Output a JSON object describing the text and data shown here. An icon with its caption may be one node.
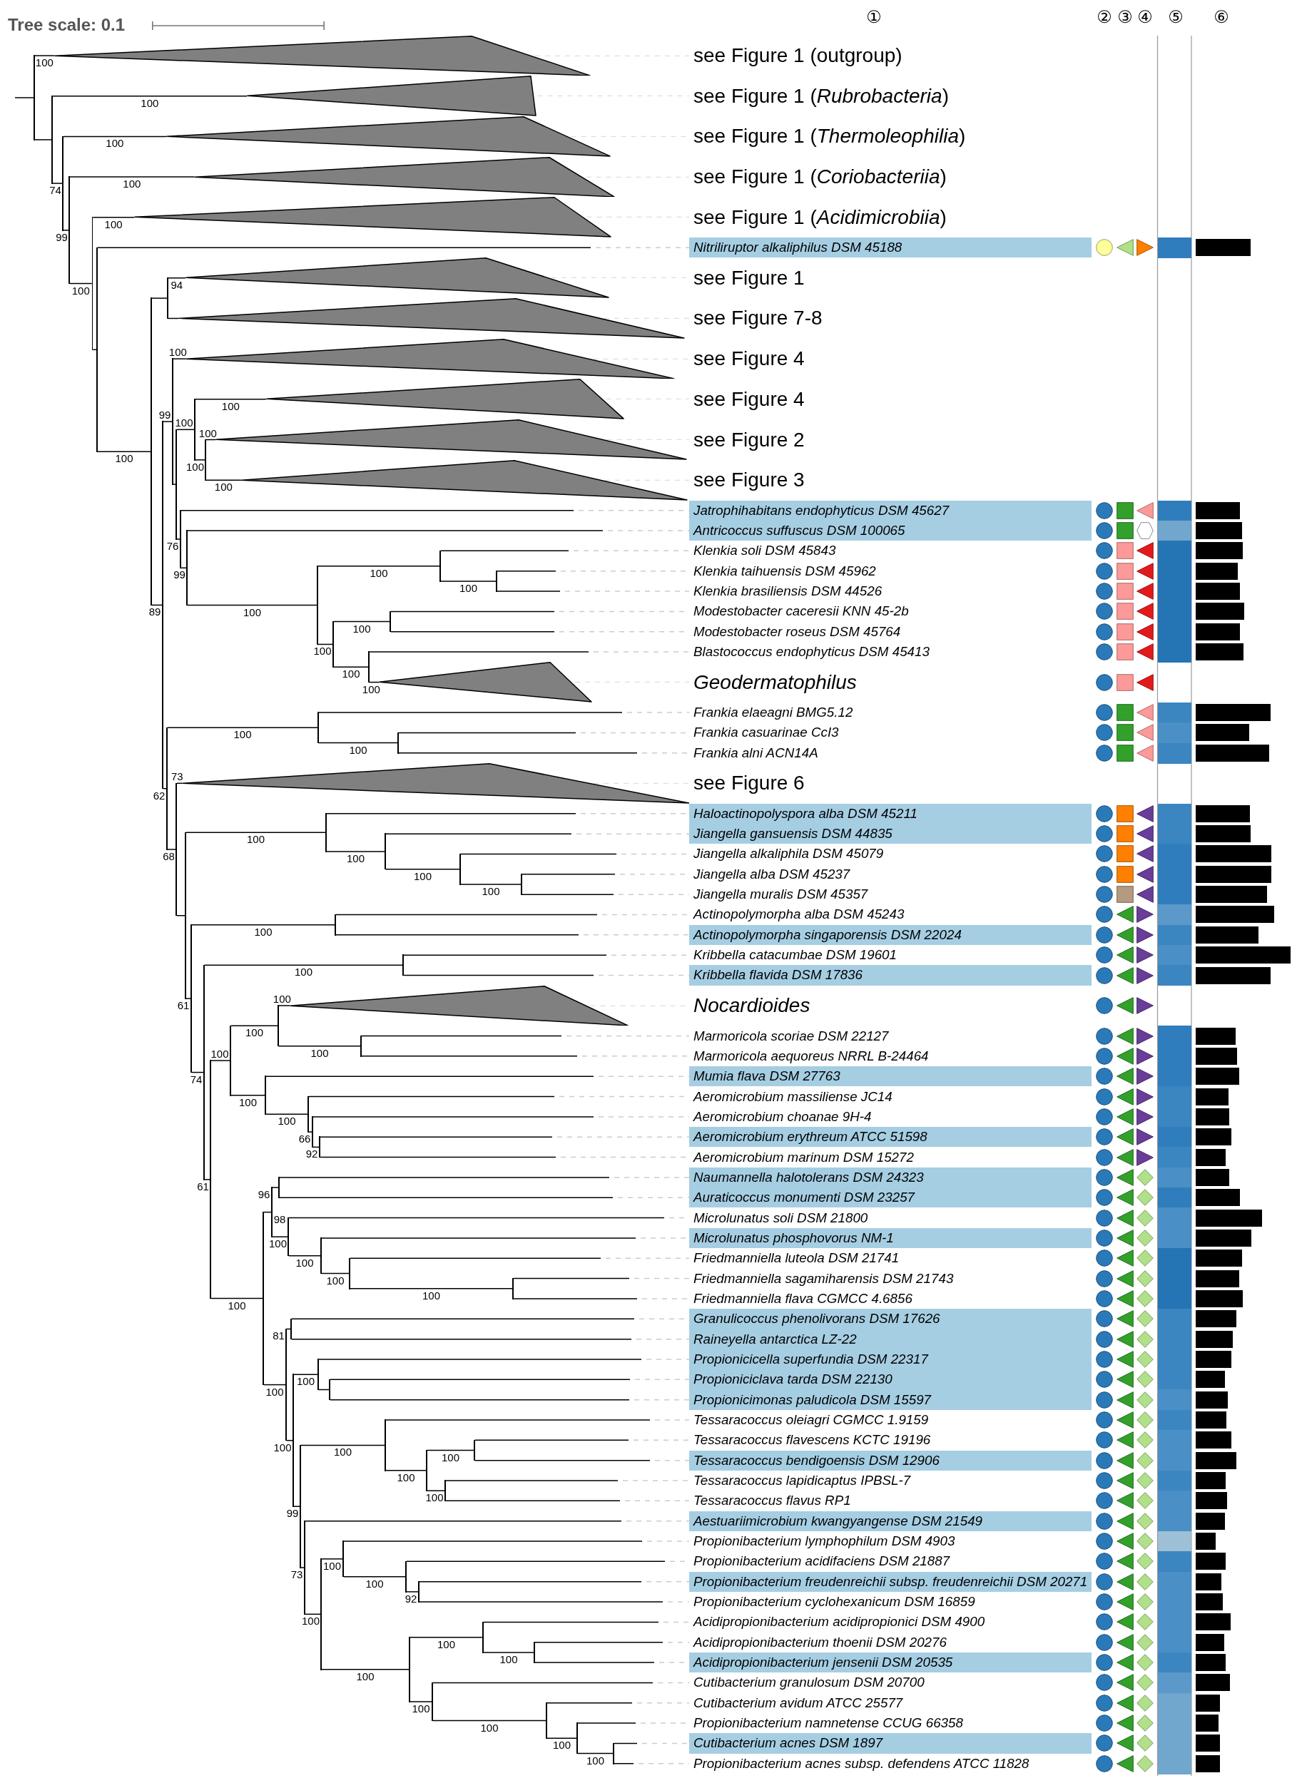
{
  "diagram": {
    "nodes": [
      {
        "text": [],
        "shape": "triangle",
        "beside": [
          "see Figure 1 (outgroup)"
        ]
      },
      {
        "text": [],
        "shape": "triangle",
        "beside": [
          "see Figure 1 (*Rubrobacteria*)"
        ]
      },
      {
        "text": [],
        "shape": "triangle",
        "beside": [
          "see Figure 1 (*Thermoleophilia*)"
        ]
      },
      {
        "text": [],
        "shape": "triangle",
        "beside": [
          "see Figure 1 (*Coriobacteriia*)"
        ]
      },
      {
        "text": [],
        "shape": "triangle",
        "beside": [
          "see Figure 1 (*Acidimicrobiia*)"
        ]
      },
      {
        "text": [],
        "shape": "band"
      },
      {
        "text": [
          "Nitriliruptor alkaliphilus DSM 45188"
        ],
        "in": 5
      },
      {
        "text": [],
        "shape": "triangle",
        "beside": [
          "see Figure 1"
        ]
      },
      {
        "text": [],
        "shape": "triangle",
        "beside": [
          "see Figure 7-8"
        ]
      },
      {
        "text": [],
        "shape": "triangle",
        "beside": [
          "see Figure 4"
        ]
      },
      {
        "text": [],
        "shape": "triangle",
        "beside": [
          "see Figure 4"
        ]
      },
      {
        "text": [],
        "shape": "triangle",
        "beside": [
          "see Figure 2"
        ]
      },
      {
        "text": [],
        "shape": "triangle",
        "beside": [
          "see Figure 3"
        ]
      },
      {
        "text": [],
        "shape": "band"
      },
      {
        "text": [
          "Jatrophihabitans endophyticus DSM 45627"
        ],
        "in": 13
      },
      {
        "text": [
          "Antricoccus suffuscus DSM 100065"
        ],
        "in": 13
      },
      {
        "text": [
          "Klenkia soli DSM 45843"
        ]
      },
      {
        "text": [
          "Klenkia taihuensis DSM 45962"
        ]
      },
      {
        "text": [
          "Klenkia brasiliensis DSM 44526"
        ]
      },
      {
        "text": [
          "Modestobacter caceresii KNN 45-2b"
        ]
      },
      {
        "text": [
          "Modestobacter roseus DSM 45764"
        ]
      },
      {
        "text": [
          "Blastococcus endophyticus DSM 45413"
        ]
      },
      {
        "text": [],
        "shape": "triangle",
        "beside": [
          "Geodermatophilus"
        ]
      },
      {
        "text": [
          "Frankia elaeagni BMG5.12"
        ]
      },
      {
        "text": [
          "Frankia casuarinae CcI3"
        ]
      },
      {
        "text": [
          "Frankia alni ACN14A"
        ]
      },
      {
        "text": [],
        "shape": "triangle",
        "beside": [
          "see Figure 6"
        ]
      },
      {
        "text": [],
        "shape": "band"
      },
      {
        "text": [
          "Haloactinopolyspora alba DSM 45211"
        ],
        "in": 27
      },
      {
        "text": [
          "Jiangella gansuensis DSM 44835"
        ],
        "in": 27
      },
      {
        "text": [
          "Jiangella alkaliphila DSM 45079"
        ]
      },
      {
        "text": [
          "Jiangella alba DSM 45237"
        ]
      },
      {
        "text": [
          "Jiangella muralis DSM 45357"
        ]
      },
      {
        "text": [
          "Actinopolymorpha alba DSM 45243"
        ]
      },
      {
        "text": [],
        "shape": "band"
      },
      {
        "text": [
          "Actinopolymorpha singaporensis DSM 22024"
        ],
        "in": 34
      },
      {
        "text": [
          "Kribbella catacumbae DSM 19601"
        ]
      },
      {
        "text": [],
        "shape": "band"
      },
      {
        "text": [
          "Kribbella flavida DSM 17836"
        ],
        "in": 37
      },
      {
        "text": [],
        "shape": "triangle",
        "beside": [
          "Nocardioides"
        ]
      },
      {
        "text": [
          "Marmoricola scoriae DSM 22127"
        ]
      },
      {
        "text": [
          "Marmoricola aequoreus NRRL B-24464"
        ]
      },
      {
        "text": [],
        "shape": "band"
      },
      {
        "text": [
          "Mumia flava DSM 27763"
        ],
        "in": 42
      },
      {
        "text": [
          "Aeromicrobium massiliense JC14"
        ]
      },
      {
        "text": [
          "Aeromicrobium choanae 9H-4"
        ]
      },
      {
        "text": [],
        "shape": "band"
      },
      {
        "text": [
          "Aeromicrobium erythreum ATCC 51598"
        ],
        "in": 46
      },
      {
        "text": [
          "Aeromicrobium marinum DSM 15272"
        ]
      },
      {
        "text": [],
        "shape": "band"
      },
      {
        "text": [
          "Naumannella halotolerans DSM 24323"
        ],
        "in": 49
      },
      {
        "text": [
          "Auraticoccus monumenti DSM 23257"
        ],
        "in": 49
      },
      {
        "text": [
          "Microlunatus soli DSM 21800"
        ]
      },
      {
        "text": [],
        "shape": "band"
      },
      {
        "text": [
          "Microlunatus phosphovorus NM-1"
        ],
        "in": 53
      },
      {
        "text": [
          "Friedmanniella luteola DSM 21741"
        ]
      },
      {
        "text": [
          "Friedmanniella sagamiharensis DSM 21743"
        ]
      },
      {
        "text": [
          "Friedmanniella flava CGMCC 4.6856"
        ]
      },
      {
        "text": [],
        "shape": "band"
      },
      {
        "text": [
          "Granulicoccus phenolivorans DSM 17626"
        ],
        "in": 58
      },
      {
        "text": [
          "Raineyella antarctica LZ-22"
        ],
        "in": 58
      },
      {
        "text": [
          "Propionicicella superfundia DSM 22317"
        ],
        "in": 58
      },
      {
        "text": [
          "Propioniciclava tarda DSM 22130"
        ],
        "in": 58
      },
      {
        "text": [
          "Propionicimonas paludicola DSM 15597"
        ],
        "in": 58
      },
      {
        "text": [
          "Tessaracoccus oleiagri CGMCC 1.9159"
        ]
      },
      {
        "text": [
          "Tessaracoccus flavescens KCTC 19196"
        ]
      },
      {
        "text": [],
        "shape": "band"
      },
      {
        "text": [
          "Tessaracoccus bendigoensis DSM 12906"
        ],
        "in": 66
      },
      {
        "text": [
          "Tessaracoccus lapidicaptus IPBSL-7"
        ]
      },
      {
        "text": [
          "Tessaracoccus flavus RP1"
        ]
      },
      {
        "text": [],
        "shape": "band"
      },
      {
        "text": [
          "Aestuariimicrobium kwangyangense DSM 21549"
        ],
        "in": 70
      },
      {
        "text": [
          "Propionibacterium lymphophilum DSM 4903"
        ]
      },
      {
        "text": [
          "Propionibacterium acidifaciens DSM 21887"
        ]
      },
      {
        "text": [],
        "shape": "band"
      },
      {
        "text": [
          "Propionibacterium freudenreichii subsp. freudenreichii DSM 20271"
        ],
        "in": 74
      },
      {
        "text": [
          "Propionibacterium cyclohexanicum DSM 16859"
        ]
      },
      {
        "text": [
          "Acidipropionibacterium acidipropionici DSM 4900"
        ]
      },
      {
        "text": [
          "Acidipropionibacterium thoenii DSM 20276"
        ]
      },
      {
        "text": [],
        "shape": "band"
      },
      {
        "text": [
          "Acidipropionibacterium jensenii DSM 20535"
        ],
        "in": 79
      },
      {
        "text": [
          "Cutibacterium granulosum DSM 20700"
        ]
      },
      {
        "text": [
          "Cutibacterium avidum ATCC 25577"
        ]
      },
      {
        "text": [
          "Propionibacterium namnetense CCUG 66358"
        ]
      },
      {
        "text": [],
        "shape": "band"
      },
      {
        "text": [
          "Cutibacterium acnes DSM 1897"
        ],
        "in": 84
      },
      {
        "text": [
          "Propionibacterium acnes subsp. defendens ATCC 11828"
        ]
      },
      {
        "text": [],
        "shape": "line"
      },
      {
        "text": [],
        "shape": "line"
      },
      {
        "text": [],
        "shape": "line"
      },
      {
        "text": [],
        "shape": "line"
      },
      {
        "text": [],
        "shape": "line"
      },
      {
        "text": [],
        "shape": "line"
      },
      {
        "text": [],
        "shape": "line"
      },
      {
        "text": [],
        "shape": "line"
      },
      {
        "text": [],
        "shape": "line"
      },
      {
        "text": [],
        "shape": "line"
      },
      {
        "text": [],
        "shape": "line"
      },
      {
        "text": [],
        "shape": "line"
      },
      {
        "text": [],
        "shape": "line"
      },
      {
        "text": [],
        "shape": "line"
      },
      {
        "text": [],
        "shape": "line"
      },
      {
        "text": [],
        "shape": "line"
      },
      {
        "text": [],
        "shape": "line"
      },
      {
        "text": [],
        "shape": "line"
      },
      {
        "text": [],
        "shape": "line"
      },
      {
        "text": [],
        "shape": "line"
      },
      {
        "text": [],
        "shape": "line"
      },
      {
        "text": [],
        "shape": "line"
      },
      {
        "text": [],
        "shape": "line"
      },
      {
        "text": [],
        "shape": "line"
      },
      {
        "text": [],
        "shape": "line"
      },
      {
        "text": [],
        "shape": "line"
      },
      {
        "text": [],
        "shape": "line"
      },
      {
        "text": [],
        "shape": "line"
      },
      {
        "text": [],
        "shape": "line"
      },
      {
        "text": [],
        "shape": "line"
      },
      {
        "text": [],
        "shape": "line"
      },
      {
        "text": [],
        "shape": "line"
      },
      {
        "text": [],
        "shape": "line"
      },
      {
        "text": [],
        "shape": "line"
      },
      {
        "text": [],
        "shape": "line"
      },
      {
        "text": [],
        "shape": "line"
      },
      {
        "text": [],
        "shape": "line"
      },
      {
        "text": [],
        "shape": "line"
      },
      {
        "text": [],
        "shape": "line"
      },
      {
        "text": [],
        "shape": "line"
      },
      {
        "text": [],
        "shape": "line"
      },
      {
        "text": [],
        "shape": "line"
      },
      {
        "text": [],
        "shape": "line"
      },
      {
        "text": [],
        "shape": "line"
      },
      {
        "text": [],
        "shape": "line"
      },
      {
        "text": [],
        "shape": "line"
      },
      {
        "text": [],
        "shape": "line"
      },
      {
        "text": [],
        "shape": "line"
      },
      {
        "text": [],
        "shape": "line"
      },
      {
        "text": [],
        "shape": "line"
      },
      {
        "text": [],
        "shape": "line"
      },
      {
        "text": [],
        "shape": "line"
      },
      {
        "text": [],
        "shape": "line"
      },
      {
        "text": [],
        "shape": "line"
      },
      {
        "text": [],
        "shape": "line"
      },
      {
        "text": [],
        "shape": "line"
      },
      {
        "text": [],
        "shape": "line"
      },
      {
        "text": [],
        "shape": "line"
      },
      {
        "text": [],
        "shape": "line"
      },
      {
        "text": [],
        "shape": "line"
      },
      {
        "text": [],
        "shape": "line"
      },
      {
        "text": [],
        "shape": "line"
      },
      {
        "text": [],
        "shape": "line"
      },
      {
        "text": [],
        "shape": "line"
      },
      {
        "text": [],
        "shape": "line"
      },
      {
        "text": [],
        "shape": "line"
      },
      {
        "text": [],
        "shape": "line"
      },
      {
        "text": [],
        "shape": "line"
      },
      {
        "text": [],
        "shape": "line"
      },
      {
        "text": [],
        "shape": "line"
      },
      {
        "text": [],
        "shape": "line"
      },
      {
        "text": [],
        "shape": "bar"
      },
      {
        "text": [],
        "shape": "bar"
      },
      {
        "text": [],
        "shape": "bar"
      },
      {
        "text": [],
        "shape": "bar"
      },
      {
        "text": [],
        "shape": "bar"
      },
      {
        "text": [],
        "shape": "bar"
      },
      {
        "text": [],
        "shape": "bar"
      },
      {
        "text": [],
        "shape": "bar"
      },
      {
        "text": [],
        "shape": "bar"
      },
      {
        "text": [],
        "shape": "bar"
      },
      {
        "text": [],
        "shape": "bar"
      },
      {
        "text": [],
        "shape": "bar"
      },
      {
        "text": [],
        "shape": "bar"
      },
      {
        "text": [],
        "shape": "bar"
      },
      {
        "text": [],
        "shape": "bar"
      },
      {
        "text": [],
        "shape": "bar"
      },
      {
        "text": [],
        "shape": "bar"
      },
      {
        "text": [],
        "shape": "bar"
      },
      {
        "text": [],
        "shape": "bar"
      },
      {
        "text": [],
        "shape": "bar"
      },
      {
        "text": [],
        "shape": "bar"
      },
      {
        "text": [],
        "shape": "bar"
      },
      {
        "text": [],
        "shape": "bar"
      },
      {
        "text": [],
        "shape": "bar"
      },
      {
        "text": [],
        "shape": "bar"
      },
      {
        "text": [],
        "shape": "bar"
      },
      {
        "text": [],
        "shape": "bar"
      },
      {
        "text": [],
        "shape": "bar"
      },
      {
        "text": [],
        "shape": "bar"
      },
      {
        "text": [],
        "shape": "bar"
      },
      {
        "text": [],
        "shape": "bar"
      },
      {
        "text": [],
        "shape": "bar"
      },
      {
        "text": [],
        "shape": "bar"
      },
      {
        "text": [],
        "shape": "bar"
      },
      {
        "text": [],
        "shape": "bar"
      },
      {
        "text": [],
        "shape": "bar"
      },
      {
        "text": [],
        "shape": "bar"
      },
      {
        "text": [],
        "shape": "bar"
      },
      {
        "text": [],
        "shape": "bar"
      },
      {
        "text": [],
        "shape": "bar"
      },
      {
        "text": [],
        "shape": "bar"
      },
      {
        "text": [],
        "shape": "bar"
      },
      {
        "text": [],
        "shape": "bar"
      },
      {
        "text": [],
        "shape": "bar"
      },
      {
        "text": [],
        "shape": "bar"
      },
      {
        "text": [],
        "shape": "bar"
      },
      {
        "text": [],
        "shape": "bar"
      },
      {
        "text": [],
        "shape": "bar"
      },
      {
        "text": [],
        "shape": "bar"
      },
      {
        "text": [],
        "shape": "bar"
      },
      {
        "text": [],
        "shape": "bar"
      },
      {
        "text": [],
        "shape": "bar"
      },
      {
        "text": [],
        "shape": "bar"
      },
      {
        "text": [],
        "shape": "bar"
      },
      {
        "text": [],
        "shape": "bar"
      },
      {
        "text": [],
        "shape": "bar"
      },
      {
        "text": [],
        "shape": "bar"
      },
      {
        "text": [],
        "shape": "bar"
      }
    ],
    "edges": [
      {
        "from": null,
        "to": 87,
        "arrow": "none"
      },
      {
        "from": 87,
        "to": 0,
        "arrow": "none",
        "label": "100"
      },
      {
        "from": 87,
        "to": 88,
        "arrow": "none"
      },
      {
        "from": 88,
        "to": 1,
        "arrow": "none",
        "label": "100"
      },
      {
        "from": 88,
        "to": 89,
        "arrow": "none",
        "label": "74"
      },
      {
        "from": 89,
        "to": 2,
        "arrow": "none",
        "label": "100"
      },
      {
        "from": 89,
        "to": 90,
        "arrow": "none",
        "label": "99"
      },
      {
        "from": 90,
        "to": 3,
        "arrow": "none",
        "label": "100"
      },
      {
        "from": 90,
        "to": 91,
        "arrow": "none",
        "label": "100"
      },
      {
        "from": 91,
        "to": 4,
        "arrow": "none",
        "label": "100"
      },
      {
        "from": 91,
        "to": 92,
        "arrow": "none"
      },
      {
        "from": 92,
        "to": 6,
        "arrow": "none"
      },
      {
        "from": 92,
        "to": 93,
        "arrow": "none",
        "label": "100"
      },
      {
        "from": 93,
        "to": 94,
        "arrow": "none"
      },
      {
        "from": 93,
        "to": 95,
        "arrow": "none",
        "label": "89"
      },
      {
        "from": 94,
        "to": 7,
        "arrow": "none",
        "label": "94"
      },
      {
        "from": 94,
        "to": 8,
        "arrow": "none"
      },
      {
        "from": 95,
        "to": 96,
        "arrow": "none",
        "label": "99"
      },
      {
        "from": 95,
        "to": 110,
        "arrow": "none",
        "label": "62"
      },
      {
        "from": 96,
        "to": 9,
        "arrow": "none",
        "label": "100"
      },
      {
        "from": 96,
        "to": 97,
        "arrow": "none"
      },
      {
        "from": 97,
        "to": 98,
        "arrow": "none",
        "label": "100"
      },
      {
        "from": 97,
        "to": 100,
        "arrow": "none",
        "label": "76"
      },
      {
        "from": 98,
        "to": 10,
        "arrow": "none",
        "label": "100"
      },
      {
        "from": 98,
        "to": 99,
        "arrow": "none",
        "label": "100"
      },
      {
        "from": 99,
        "to": 11,
        "arrow": "none",
        "label": "100"
      },
      {
        "from": 99,
        "to": 12,
        "arrow": "none",
        "label": "100"
      },
      {
        "from": 100,
        "to": 14,
        "arrow": "none"
      },
      {
        "from": 100,
        "to": 101,
        "arrow": "none",
        "label": "99"
      },
      {
        "from": 101,
        "to": 15,
        "arrow": "none"
      },
      {
        "from": 101,
        "to": 102,
        "arrow": "none",
        "label": "100"
      },
      {
        "from": 102,
        "to": 103,
        "arrow": "none",
        "label": "100"
      },
      {
        "from": 102,
        "to": 105,
        "arrow": "none",
        "label": "100"
      },
      {
        "from": 103,
        "to": 16,
        "arrow": "none"
      },
      {
        "from": 103,
        "to": 104,
        "arrow": "none",
        "label": "100"
      },
      {
        "from": 104,
        "to": 17,
        "arrow": "none"
      },
      {
        "from": 104,
        "to": 18,
        "arrow": "none"
      },
      {
        "from": 105,
        "to": 106,
        "arrow": "none",
        "label": "100"
      },
      {
        "from": 105,
        "to": 107,
        "arrow": "none",
        "label": "100"
      },
      {
        "from": 106,
        "to": 19,
        "arrow": "none"
      },
      {
        "from": 106,
        "to": 20,
        "arrow": "none"
      },
      {
        "from": 107,
        "to": 21,
        "arrow": "none"
      },
      {
        "from": 107,
        "to": 22,
        "arrow": "none",
        "label": "100"
      },
      {
        "from": 108,
        "to": 23,
        "arrow": "none"
      },
      {
        "from": 108,
        "to": 109,
        "arrow": "none",
        "label": "100"
      },
      {
        "from": 109,
        "to": 24,
        "arrow": "none"
      },
      {
        "from": 109,
        "to": 25,
        "arrow": "none"
      },
      {
        "from": 110,
        "to": 108,
        "arrow": "none",
        "label": "100"
      },
      {
        "from": 110,
        "to": 111,
        "arrow": "none",
        "label": "68"
      },
      {
        "from": 111,
        "to": 26,
        "arrow": "none",
        "label": "73"
      },
      {
        "from": 111,
        "to": 112,
        "arrow": "none"
      },
      {
        "from": 112,
        "to": 113,
        "arrow": "none",
        "label": "100"
      },
      {
        "from": 112,
        "to": 117,
        "arrow": "none",
        "label": "61"
      },
      {
        "from": 113,
        "to": 28,
        "arrow": "none"
      },
      {
        "from": 113,
        "to": 114,
        "arrow": "none",
        "label": "100"
      },
      {
        "from": 114,
        "to": 29,
        "arrow": "none"
      },
      {
        "from": 114,
        "to": 115,
        "arrow": "none",
        "label": "100"
      },
      {
        "from": 115,
        "to": 30,
        "arrow": "none"
      },
      {
        "from": 115,
        "to": 116,
        "arrow": "none",
        "label": "100"
      },
      {
        "from": 116,
        "to": 31,
        "arrow": "none"
      },
      {
        "from": 116,
        "to": 32,
        "arrow": "none"
      },
      {
        "from": 117,
        "to": 118,
        "arrow": "none",
        "label": "100"
      },
      {
        "from": 117,
        "to": 119,
        "arrow": "none",
        "label": "74"
      },
      {
        "from": 118,
        "to": 33,
        "arrow": "none"
      },
      {
        "from": 118,
        "to": 35,
        "arrow": "none"
      },
      {
        "from": 119,
        "to": 120,
        "arrow": "none",
        "label": "100"
      },
      {
        "from": 119,
        "to": 121,
        "arrow": "none",
        "label": "61"
      },
      {
        "from": 120,
        "to": 36,
        "arrow": "none"
      },
      {
        "from": 120,
        "to": 38,
        "arrow": "none"
      },
      {
        "from": 121,
        "to": 122,
        "arrow": "none",
        "label": "100"
      },
      {
        "from": 121,
        "to": 129,
        "arrow": "none",
        "label": "100"
      },
      {
        "from": 122,
        "to": 123,
        "arrow": "none",
        "label": "100"
      },
      {
        "from": 122,
        "to": 125,
        "arrow": "none",
        "label": "100"
      },
      {
        "from": 123,
        "to": 39,
        "arrow": "none",
        "label": "100"
      },
      {
        "from": 123,
        "to": 124,
        "arrow": "none",
        "label": "100"
      },
      {
        "from": 124,
        "to": 40,
        "arrow": "none"
      },
      {
        "from": 124,
        "to": 41,
        "arrow": "none"
      },
      {
        "from": 125,
        "to": 43,
        "arrow": "none"
      },
      {
        "from": 125,
        "to": 126,
        "arrow": "none",
        "label": "100"
      },
      {
        "from": 126,
        "to": 44,
        "arrow": "none"
      },
      {
        "from": 126,
        "to": 127,
        "arrow": "none",
        "label": "66"
      },
      {
        "from": 127,
        "to": 45,
        "arrow": "none"
      },
      {
        "from": 127,
        "to": 128,
        "arrow": "none",
        "label": "92"
      },
      {
        "from": 128,
        "to": 47,
        "arrow": "none"
      },
      {
        "from": 128,
        "to": 48,
        "arrow": "none"
      },
      {
        "from": 129,
        "to": 130,
        "arrow": "none",
        "label": "98"
      },
      {
        "from": 129,
        "to": 136,
        "arrow": "none",
        "label": "100"
      },
      {
        "from": 130,
        "to": 131,
        "arrow": "none",
        "label": "96"
      },
      {
        "from": 130,
        "to": 132,
        "arrow": "none",
        "label": "100"
      },
      {
        "from": 131,
        "to": 50,
        "arrow": "none"
      },
      {
        "from": 131,
        "to": 51,
        "arrow": "none"
      },
      {
        "from": 132,
        "to": 52,
        "arrow": "none"
      },
      {
        "from": 132,
        "to": 133,
        "arrow": "none",
        "label": "100"
      },
      {
        "from": 133,
        "to": 54,
        "arrow": "none"
      },
      {
        "from": 133,
        "to": 134,
        "arrow": "none",
        "label": "100"
      },
      {
        "from": 134,
        "to": 55,
        "arrow": "none"
      },
      {
        "from": 134,
        "to": 135,
        "arrow": "none",
        "label": "100"
      },
      {
        "from": 135,
        "to": 56,
        "arrow": "none"
      },
      {
        "from": 135,
        "to": 57,
        "arrow": "none"
      },
      {
        "from": 136,
        "to": 137,
        "arrow": "none",
        "label": "81"
      },
      {
        "from": 136,
        "to": 138,
        "arrow": "none",
        "label": "100"
      },
      {
        "from": 137,
        "to": 59,
        "arrow": "none"
      },
      {
        "from": 137,
        "to": 60,
        "arrow": "none"
      },
      {
        "from": 138,
        "to": 139,
        "arrow": "none",
        "label": "100"
      },
      {
        "from": 138,
        "to": 141,
        "arrow": "none",
        "label": "99"
      },
      {
        "from": 139,
        "to": 61,
        "arrow": "none"
      },
      {
        "from": 139,
        "to": 140,
        "arrow": "none"
      },
      {
        "from": 140,
        "to": 62,
        "arrow": "none"
      },
      {
        "from": 140,
        "to": 63,
        "arrow": "none"
      },
      {
        "from": 141,
        "to": 142,
        "arrow": "none",
        "label": "100"
      },
      {
        "from": 141,
        "to": 146,
        "arrow": "none",
        "label": "73"
      },
      {
        "from": 142,
        "to": 64,
        "arrow": "none"
      },
      {
        "from": 142,
        "to": 143,
        "arrow": "none",
        "label": "100"
      },
      {
        "from": 143,
        "to": 144,
        "arrow": "none",
        "label": "100"
      },
      {
        "from": 143,
        "to": 145,
        "arrow": "none",
        "label": "100"
      },
      {
        "from": 144,
        "to": 65,
        "arrow": "none"
      },
      {
        "from": 144,
        "to": 67,
        "arrow": "none"
      },
      {
        "from": 145,
        "to": 68,
        "arrow": "none"
      },
      {
        "from": 145,
        "to": 69,
        "arrow": "none"
      },
      {
        "from": 146,
        "to": 71,
        "arrow": "none"
      },
      {
        "from": 146,
        "to": 147,
        "arrow": "none",
        "label": "100"
      },
      {
        "from": 147,
        "to": 148,
        "arrow": "none",
        "label": "100"
      },
      {
        "from": 147,
        "to": 151,
        "arrow": "none",
        "label": "100"
      },
      {
        "from": 148,
        "to": 72,
        "arrow": "none"
      },
      {
        "from": 148,
        "to": 149,
        "arrow": "none",
        "label": "100"
      },
      {
        "from": 149,
        "to": 73,
        "arrow": "none"
      },
      {
        "from": 149,
        "to": 150,
        "arrow": "none",
        "label": "92"
      },
      {
        "from": 150,
        "to": 75,
        "arrow": "none"
      },
      {
        "from": 150,
        "to": 76,
        "arrow": "none"
      },
      {
        "from": 151,
        "to": 152,
        "arrow": "none",
        "label": "100"
      },
      {
        "from": 151,
        "to": 154,
        "arrow": "none",
        "label": "100"
      },
      {
        "from": 152,
        "to": 77,
        "arrow": "none"
      },
      {
        "from": 152,
        "to": 153,
        "arrow": "none",
        "label": "100"
      },
      {
        "from": 153,
        "to": 78,
        "arrow": "none"
      },
      {
        "from": 153,
        "to": 80,
        "arrow": "none"
      },
      {
        "from": 154,
        "to": 81,
        "arrow": "none"
      },
      {
        "from": 154,
        "to": 155,
        "arrow": "none",
        "label": "100"
      },
      {
        "from": 155,
        "to": 82,
        "arrow": "none"
      },
      {
        "from": 155,
        "to": 156,
        "arrow": "none",
        "label": "100"
      },
      {
        "from": 156,
        "to": 83,
        "arrow": "none"
      },
      {
        "from": 156,
        "to": 157,
        "arrow": "none",
        "label": "100"
      },
      {
        "from": 157,
        "to": 85,
        "arrow": "none"
      },
      {
        "from": 157,
        "to": 86,
        "arrow": "none"
      }
    ],
    "labels": [
      "Tree scale: 0.1",
      "①",
      "②",
      "③",
      "④",
      "⑤",
      "⑥"
    ]
  }
}
